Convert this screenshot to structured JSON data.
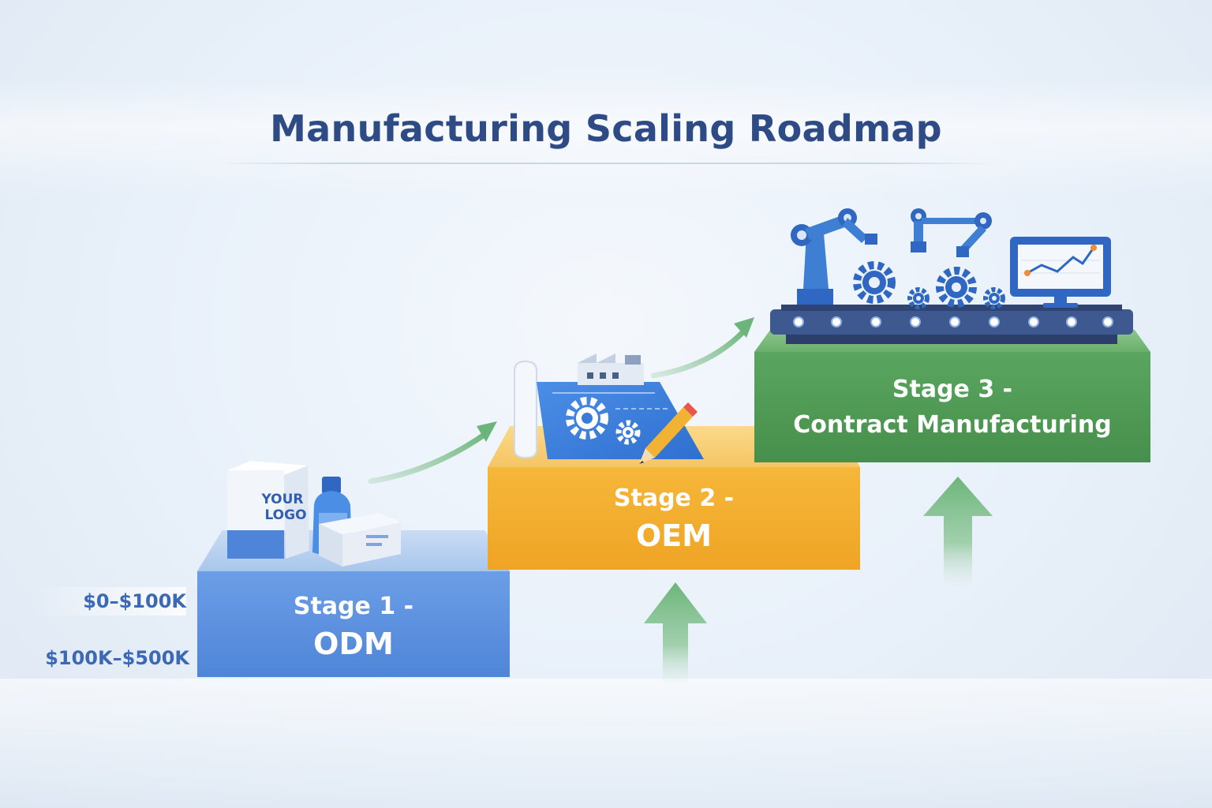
{
  "title": "Manufacturing Scaling Roadmap",
  "price_labels": [
    "$0–$100K",
    "$100K–$500K"
  ],
  "stages": [
    {
      "line1": "Stage 1 -",
      "line2": "ODM",
      "color": "#4f85d8"
    },
    {
      "line1": "Stage 2 -",
      "line2": "OEM",
      "color": "#efa424"
    },
    {
      "line1": "Stage 3 -",
      "line2": "Contract Manufacturing",
      "color": "#468f4c"
    }
  ],
  "stage1_box_text": [
    "YOUR",
    "LOGO"
  ],
  "colors": {
    "title": "#2f4b86",
    "arrow": "#6cb57a",
    "robot": "#3f7fd3",
    "gear": "#2f67c2"
  },
  "icons": [
    "box-icon",
    "bottle-icon",
    "package-icon",
    "blueprint-icon",
    "factory-icon",
    "pencil-icon",
    "robot-arm-icon",
    "gear-icon",
    "monitor-chart-icon",
    "conveyor-icon",
    "growth-arrow-icon",
    "up-arrow-icon"
  ]
}
